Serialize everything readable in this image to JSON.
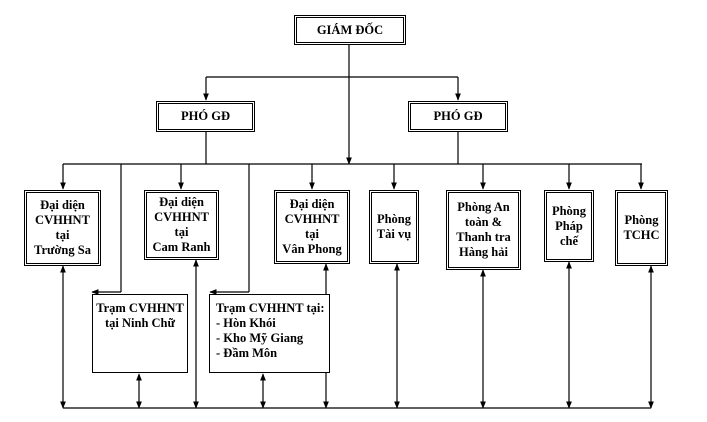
{
  "director": "GIÁM ĐỐC",
  "deputies": [
    {
      "id": "deputy-left",
      "label": "PHÓ GĐ"
    },
    {
      "id": "deputy-right",
      "label": "PHÓ GĐ"
    }
  ],
  "units": [
    {
      "id": "unit-truong-sa",
      "label": "Đại diện\nCVHHNT\ntại\nTrường Sa"
    },
    {
      "id": "unit-cam-ranh",
      "label": "Đại diện\nCVHHNT\ntại\nCam Ranh"
    },
    {
      "id": "unit-van-phong",
      "label": "Đại diện\nCVHHNT\ntại\nVân Phong"
    },
    {
      "id": "unit-tai-vu",
      "label": "Phòng\nTài vụ"
    },
    {
      "id": "unit-an-toan",
      "label": "Phòng An\ntoàn &\nThanh tra\nHàng hải"
    },
    {
      "id": "unit-phap-che",
      "label": "Phòng\nPháp\nchế"
    },
    {
      "id": "unit-tchc",
      "label": "Phòng\nTCHC"
    }
  ],
  "stations": [
    {
      "id": "station-ninh-chu",
      "label": "Trạm CVHHNT\ntại Ninh Chữ"
    },
    {
      "id": "station-hon-khoi",
      "label": "Trạm CVHHNT tại:\n- Hòn Khói\n- Kho Mỹ Giang\n- Đầm Môn"
    }
  ]
}
